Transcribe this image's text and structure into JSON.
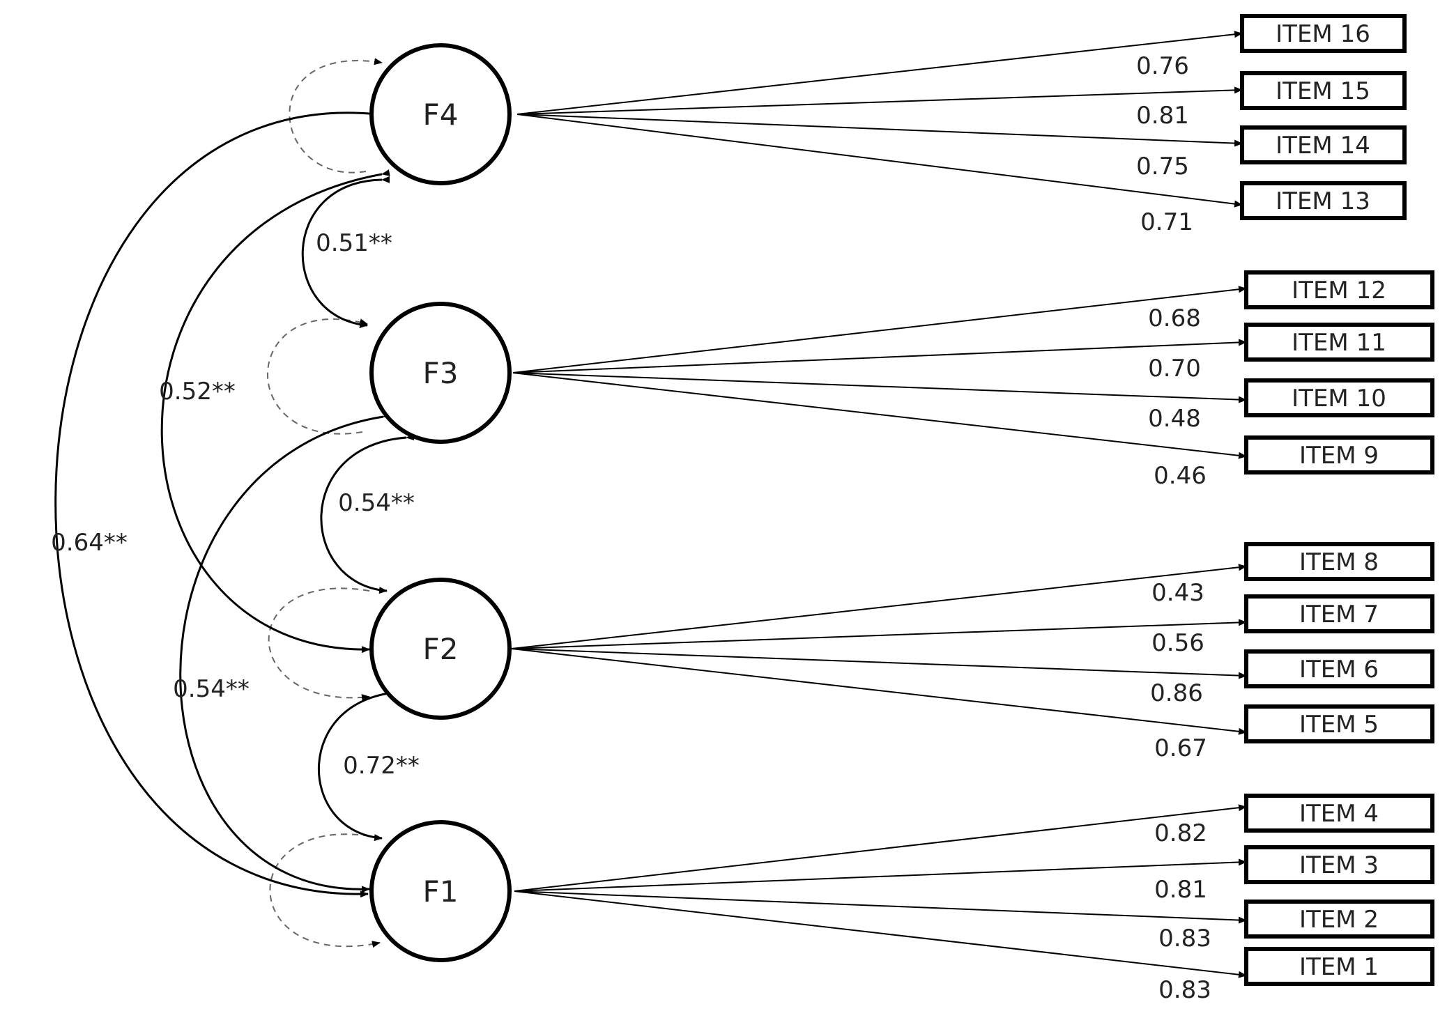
{
  "factors": [
    {
      "id": "F1",
      "label": "F1"
    },
    {
      "id": "F2",
      "label": "F2"
    },
    {
      "id": "F3",
      "label": "F3"
    },
    {
      "id": "F4",
      "label": "F4"
    }
  ],
  "items": [
    {
      "label": "ITEM 16",
      "factor": "F4",
      "loading": "0.76"
    },
    {
      "label": "ITEM 15",
      "factor": "F4",
      "loading": "0.81"
    },
    {
      "label": "ITEM 14",
      "factor": "F4",
      "loading": "0.75"
    },
    {
      "label": "ITEM 13",
      "factor": "F4",
      "loading": "0.71"
    },
    {
      "label": "ITEM 12",
      "factor": "F3",
      "loading": "0.68"
    },
    {
      "label": "ITEM 11",
      "factor": "F3",
      "loading": "0.70"
    },
    {
      "label": "ITEM 10",
      "factor": "F3",
      "loading": "0.48"
    },
    {
      "label": "ITEM 9",
      "factor": "F3",
      "loading": "0.46"
    },
    {
      "label": "ITEM 8",
      "factor": "F2",
      "loading": "0.43"
    },
    {
      "label": "ITEM 7",
      "factor": "F2",
      "loading": "0.56"
    },
    {
      "label": "ITEM 6",
      "factor": "F2",
      "loading": "0.86"
    },
    {
      "label": "ITEM 5",
      "factor": "F2",
      "loading": "0.67"
    },
    {
      "label": "ITEM 4",
      "factor": "F1",
      "loading": "0.82"
    },
    {
      "label": "ITEM 3",
      "factor": "F1",
      "loading": "0.81"
    },
    {
      "label": "ITEM 2",
      "factor": "F1",
      "loading": "0.83"
    },
    {
      "label": "ITEM 1",
      "factor": "F1",
      "loading": "0.83"
    }
  ],
  "correlations": [
    {
      "from": "F4",
      "to": "F3",
      "label": "0.51**"
    },
    {
      "from": "F4",
      "to": "F2",
      "label": "0.52**"
    },
    {
      "from": "F3",
      "to": "F2",
      "label": "0.54**"
    },
    {
      "from": "F3",
      "to": "F1",
      "label": "0.54**"
    },
    {
      "from": "F2",
      "to": "F1",
      "label": "0.72**"
    },
    {
      "from": "F4",
      "to": "F1",
      "label": "0.64**"
    }
  ]
}
